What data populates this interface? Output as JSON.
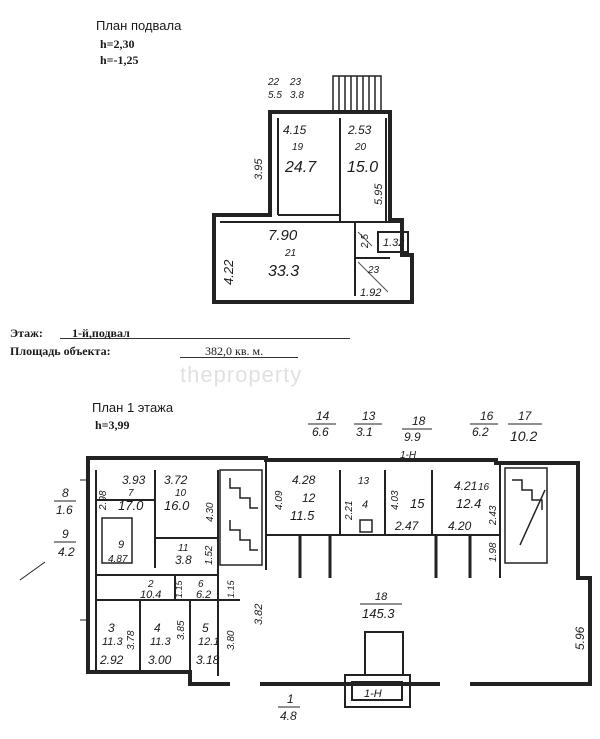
{
  "basement": {
    "title": "План подвала",
    "h1": "h=2,30",
    "h2": "h=-1,25",
    "rooms": [
      {
        "id": "19",
        "dim": "4.15",
        "area": "24.7"
      },
      {
        "id": "20",
        "dim": "2.53",
        "area": "15.0"
      },
      {
        "id": "21",
        "dim": "7.90",
        "area": "33.3"
      },
      {
        "id": "22",
        "dim": "5.5"
      },
      {
        "id": "23",
        "dim": "3.8"
      }
    ],
    "dims": {
      "left": "3.95",
      "right": "5.95",
      "lower_left": "4.22",
      "small_a": "1.32",
      "small_b": "1.92",
      "small_c": "2.5",
      "small_d": "23"
    }
  },
  "info": {
    "floor_label": "Этаж:",
    "floor_value": "1-й,подвал",
    "area_label": "Площадь объекта:",
    "area_value": "382,0 кв. м."
  },
  "watermark": "theproperty",
  "first": {
    "title": "План 1 этажа",
    "h": "h=3,99",
    "tags": [
      {
        "top": "14",
        "bot": "6.6"
      },
      {
        "top": "13",
        "bot": "3.1"
      },
      {
        "top": "18",
        "bot": "9.9"
      },
      {
        "top": "16",
        "bot": "6.2"
      },
      {
        "top": "17",
        "bot": "10.2"
      }
    ],
    "side_tags": [
      {
        "top": "8",
        "bot": "1.6"
      },
      {
        "top": "9",
        "bot": "4.2"
      }
    ],
    "rooms": {
      "r7": {
        "id": "7",
        "dim": "3.93",
        "area": "17.0",
        "side": "2.98"
      },
      "r10": {
        "id": "10",
        "dim": "3.72",
        "area": "16.0",
        "side": "4.30"
      },
      "r9": {
        "id": "9",
        "dim": "4.87"
      },
      "r11": {
        "id": "11",
        "area": "3.8",
        "side": "1.52"
      },
      "r12": {
        "id": "12",
        "dim": "4.28",
        "area": "11.5",
        "side": "4.09"
      },
      "r13": {
        "id": "13",
        "side": "2.21",
        "area": "4"
      },
      "r15": {
        "id": "15",
        "dim": "4.03",
        "bottom": "2.47"
      },
      "r16": {
        "id": "16",
        "dim": "4.21",
        "area": "12.4",
        "bottom": "4.20",
        "side": "2.43"
      },
      "r2": {
        "id": "2",
        "area": "10.4",
        "side": "1.15"
      },
      "r6": {
        "id": "6",
        "area": "6.2",
        "side": "1.15"
      },
      "r3": {
        "id": "3",
        "area": "11.3",
        "bottom": "2.92",
        "side": "3.78"
      },
      "r4": {
        "id": "4",
        "area": "11.3",
        "bottom": "3.00",
        "side": "3.85"
      },
      "r5": {
        "id": "5",
        "area": "12.1",
        "bottom": "3.18",
        "side": "3.80"
      },
      "r18": {
        "id": "18",
        "area": "145.3",
        "right": "5.96",
        "left": "3.82",
        "mid": "1.98"
      }
    },
    "bottom_tag": {
      "top": "1",
      "bot": "4.8"
    },
    "stairs": "1-Н",
    "stair_mid": "1-Н"
  }
}
